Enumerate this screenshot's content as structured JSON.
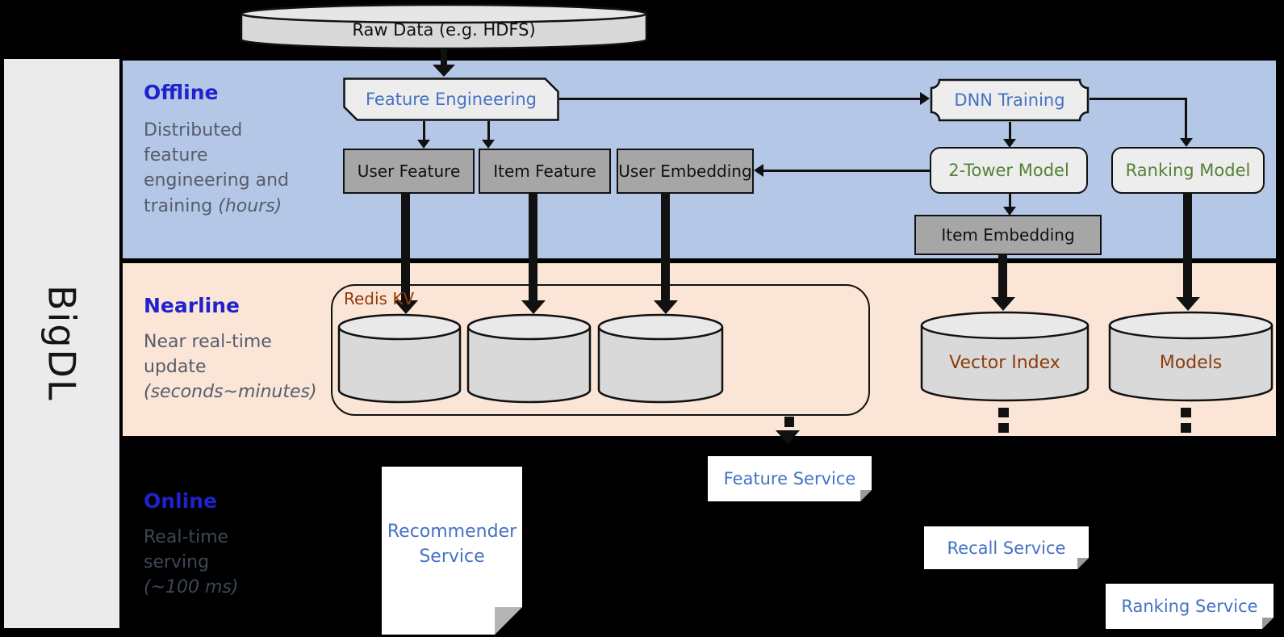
{
  "brand": {
    "label": "BigDL"
  },
  "raw_data": {
    "label": "Raw Data (e.g. HDFS)"
  },
  "bands": {
    "offline": {
      "title": "Offline",
      "desc": "Distributed feature engineering and training ",
      "desc_em": "(hours)"
    },
    "nearline": {
      "title": "Nearline",
      "desc": "Near real-time update ",
      "desc_em": "(seconds~minutes)"
    },
    "online": {
      "title": "Online",
      "desc": "Real-time serving ",
      "desc_em": "(~100 ms)"
    }
  },
  "nodes": {
    "feature_engineering": {
      "label": "Feature Engineering"
    },
    "user_feature": {
      "label": "User Feature"
    },
    "item_feature": {
      "label": "Item Feature"
    },
    "user_embedding": {
      "label": "User Embedding"
    },
    "dnn_training": {
      "label": "DNN Training"
    },
    "two_tower_model": {
      "label": "2-Tower Model"
    },
    "ranking_model": {
      "label": "Ranking Model"
    },
    "item_embedding": {
      "label": "Item Embedding"
    },
    "redis_kv": {
      "label": "Redis KV"
    },
    "vector_index": {
      "label": "Vector Index"
    },
    "models": {
      "label": "Models"
    }
  },
  "services": {
    "recommender": {
      "line1": "Recommender",
      "line2": "Service"
    },
    "feature": {
      "label": "Feature Service"
    },
    "recall": {
      "label": "Recall Service"
    },
    "ranking": {
      "label": "Ranking Service"
    }
  },
  "colors": {
    "background": "#000000",
    "offline_band": "#b4c7e7",
    "nearline_band": "#fbe5d6",
    "brand_panel": "#ebebeb",
    "section_title_blue": "#1f22cd",
    "section_desc_gray": "#555d6b",
    "node_text_blue": "#4472c4",
    "node_text_green": "#548235",
    "storage_text_brown": "#8e3b0b",
    "gray_node_fill": "#a6a6a6",
    "light_node_fill": "#ededed",
    "cylinder_fill": "#d9d9d9",
    "service_fill": "#ffffff"
  }
}
